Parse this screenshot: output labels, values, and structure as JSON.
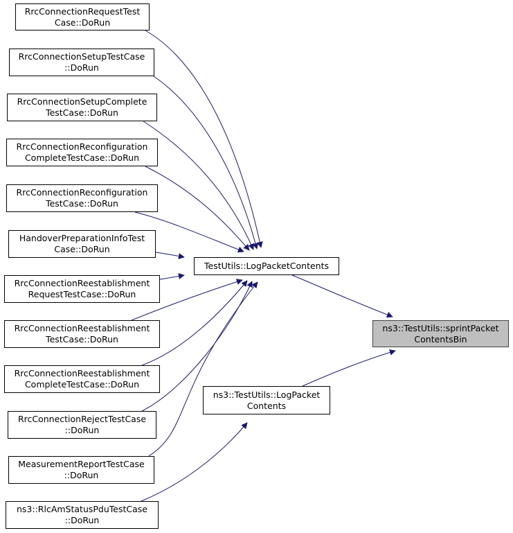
{
  "graph": {
    "focus": {
      "id": "sprint",
      "lines": [
        "ns3::TestUtils::sprintPacket",
        "ContentsBin"
      ]
    },
    "intermediates": [
      {
        "id": "logpc",
        "lines": [
          "TestUtils::LogPacketContents"
        ]
      },
      {
        "id": "ns3logpc",
        "lines": [
          "ns3::TestUtils::LogPacket",
          "Contents"
        ]
      }
    ],
    "callers": [
      {
        "id": "c1",
        "lines": [
          "RrcConnectionRequestTest",
          "Case::DoRun"
        ]
      },
      {
        "id": "c2",
        "lines": [
          "RrcConnectionSetupTestCase",
          "::DoRun"
        ]
      },
      {
        "id": "c3",
        "lines": [
          "RrcConnectionSetupComplete",
          "TestCase::DoRun"
        ]
      },
      {
        "id": "c4",
        "lines": [
          "RrcConnectionReconfiguration",
          "CompleteTestCase::DoRun"
        ]
      },
      {
        "id": "c5",
        "lines": [
          "RrcConnectionReconfiguration",
          "TestCase::DoRun"
        ]
      },
      {
        "id": "c6",
        "lines": [
          "HandoverPreparationInfoTest",
          "Case::DoRun"
        ]
      },
      {
        "id": "c7",
        "lines": [
          "RrcConnectionReestablishment",
          "RequestTestCase::DoRun"
        ]
      },
      {
        "id": "c8",
        "lines": [
          "RrcConnectionReestablishment",
          "TestCase::DoRun"
        ]
      },
      {
        "id": "c9",
        "lines": [
          "RrcConnectionReestablishment",
          "CompleteTestCase::DoRun"
        ]
      },
      {
        "id": "c10",
        "lines": [
          "RrcConnectionRejectTestCase",
          "::DoRun"
        ]
      },
      {
        "id": "c11",
        "lines": [
          "MeasurementReportTestCase",
          "::DoRun"
        ]
      },
      {
        "id": "c12",
        "lines": [
          "ns3::RlcAmStatusPduTestCase",
          "::DoRun"
        ]
      }
    ],
    "edges": [
      [
        "c1",
        "logpc"
      ],
      [
        "c2",
        "logpc"
      ],
      [
        "c3",
        "logpc"
      ],
      [
        "c4",
        "logpc"
      ],
      [
        "c5",
        "logpc"
      ],
      [
        "c6",
        "logpc"
      ],
      [
        "c7",
        "logpc"
      ],
      [
        "c8",
        "logpc"
      ],
      [
        "c9",
        "logpc"
      ],
      [
        "c10",
        "logpc"
      ],
      [
        "c11",
        "logpc"
      ],
      [
        "c12",
        "ns3logpc"
      ],
      [
        "logpc",
        "sprint"
      ],
      [
        "ns3logpc",
        "sprint"
      ]
    ],
    "edge_color": "#191970"
  }
}
